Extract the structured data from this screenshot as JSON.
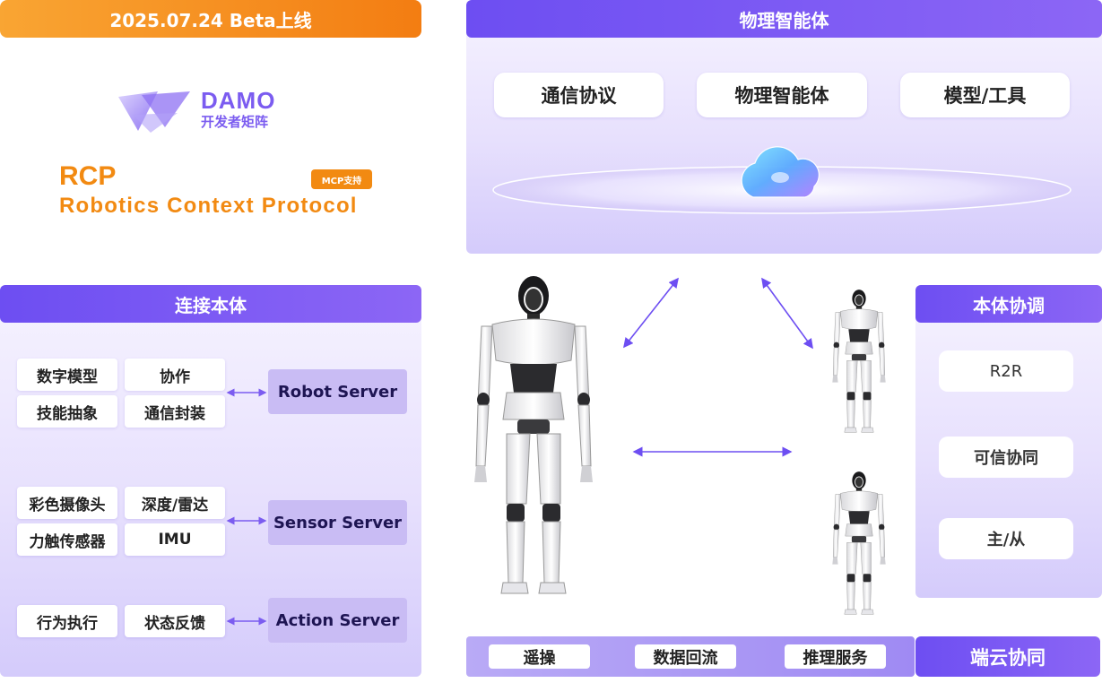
{
  "banner": {
    "text": "2025.07.24  Beta上线"
  },
  "logo": {
    "brand": "DAMO",
    "subtitle": "开发者矩阵"
  },
  "rcp": {
    "acronym": "RCP",
    "full_name": "Robotics Context Protocol",
    "badge": "MCP支持"
  },
  "physical_agent": {
    "title": "物理智能体",
    "items": [
      "通信协议",
      "物理智能体",
      "模型/工具"
    ]
  },
  "connect_body": {
    "title": "连接本体",
    "groups": [
      {
        "items": [
          "数字模型",
          "协作",
          "技能抽象",
          "通信封装"
        ],
        "server": "Robot Server"
      },
      {
        "items": [
          "彩色摄像头",
          "深度/雷达",
          "力触传感器",
          "IMU"
        ],
        "server": "Sensor Server"
      },
      {
        "items": [
          "行为执行",
          "状态反馈"
        ],
        "server": "Action Server"
      }
    ]
  },
  "body_coordination": {
    "title": "本体协调",
    "items": [
      "R2R",
      "可信协同",
      "主/从"
    ]
  },
  "edge_cloud": {
    "title": "端云协同",
    "items": [
      "遥操",
      "数据回流",
      "推理服务"
    ]
  },
  "colors": {
    "accent": "#7b5cf0",
    "orange": "#f28a12",
    "server_text": "#1e1553"
  },
  "icons": [
    "cloud-icon",
    "robot-large",
    "robot-small",
    "link-arrow"
  ]
}
